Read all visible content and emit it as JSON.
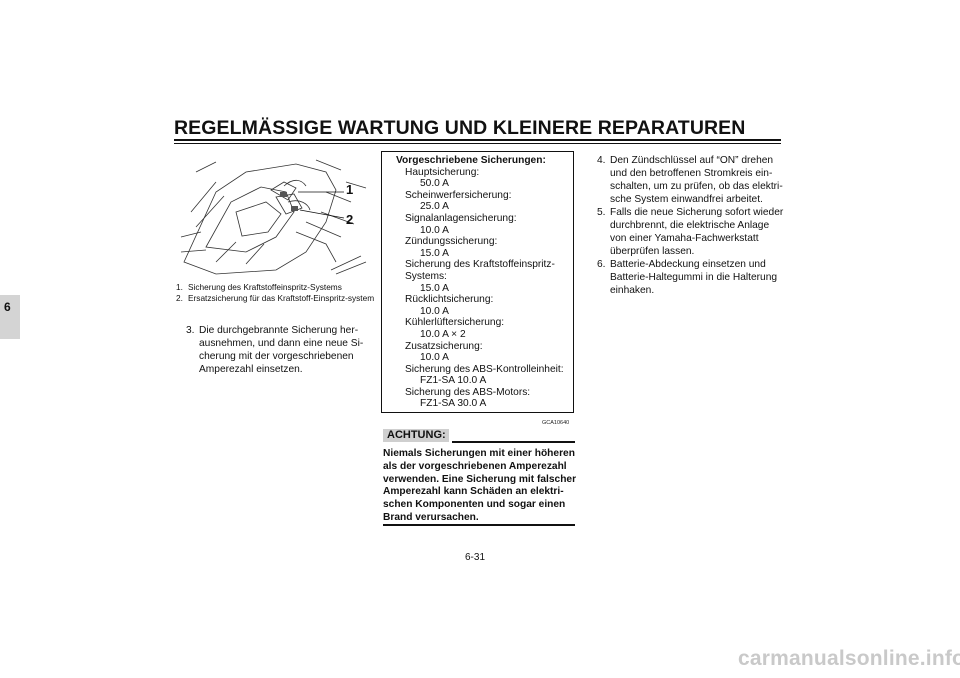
{
  "header": {
    "title": "REGELMÄSSIGE WARTUNG UND KLEINERE REPARATUREN"
  },
  "chapter": {
    "number": "6"
  },
  "figure": {
    "callouts": [
      "1",
      "2"
    ],
    "captions": [
      {
        "num": "1.",
        "text": "Sicherung des Kraftstoffeinspritz-Systems"
      },
      {
        "num": "2.",
        "text": "Ersatzsicherung für das Kraftstoff-Einspritz-system"
      }
    ]
  },
  "left_steps": [
    {
      "num": "3.",
      "text": "Die durchgebrannte Sicherung her-ausnehmen, und dann eine neue Si-cherung mit der vorgeschriebenen Amperezahl einsetzen."
    }
  ],
  "fuse_box": {
    "heading": "Vorgeschriebene Sicherungen:",
    "items": [
      {
        "label": "Hauptsicherung:",
        "value": "50.0 A"
      },
      {
        "label": "Scheinwerfersicherung:",
        "value": "25.0 A"
      },
      {
        "label": "Signalanlagensicherung:",
        "value": "10.0 A"
      },
      {
        "label": "Zündungssicherung:",
        "value": "15.0 A"
      },
      {
        "label": "Sicherung des Kraftstoffeinspritz-",
        "label2": "Systems:",
        "value": "15.0 A"
      },
      {
        "label": "Rücklichtsicherung:",
        "value": "10.0 A"
      },
      {
        "label": "Kühlerlüftersicherung:",
        "value": "10.0 A × 2"
      },
      {
        "label": "Zusatzsicherung:",
        "value": "10.0 A"
      },
      {
        "label": "Sicherung des ABS-Kontrolleinheit:",
        "value": "FZ1-SA 10.0 A"
      },
      {
        "label": "Sicherung des ABS-Motors:",
        "value": "FZ1-SA 30.0 A"
      }
    ]
  },
  "warning": {
    "code": "GCA10640",
    "label": "ACHTUNG:",
    "text": "Niemals Sicherungen mit einer höheren als der vorgeschriebenen Amperezahl verwenden. Eine Sicherung mit falscher Amperezahl kann Schäden an elektri-schen Komponenten und sogar einen Brand verursachen."
  },
  "right_steps": [
    {
      "num": "4.",
      "text": "Den Zündschlüssel auf “ON” drehen und den betroffenen Stromkreis ein-schalten, um zu prüfen, ob das elektri-sche System einwandfrei arbeitet."
    },
    {
      "num": "5.",
      "text": "Falls die neue Sicherung sofort wieder durchbrennt, die elektrische Anlage von einer Yamaha-Fachwerkstatt überprüfen lassen."
    },
    {
      "num": "6.",
      "text": "Batterie-Abdeckung einsetzen und Batterie-Haltegummi in die Halterung einhaken."
    }
  ],
  "footer": {
    "page": "6-31",
    "watermark": "carmanualsonline.info"
  }
}
